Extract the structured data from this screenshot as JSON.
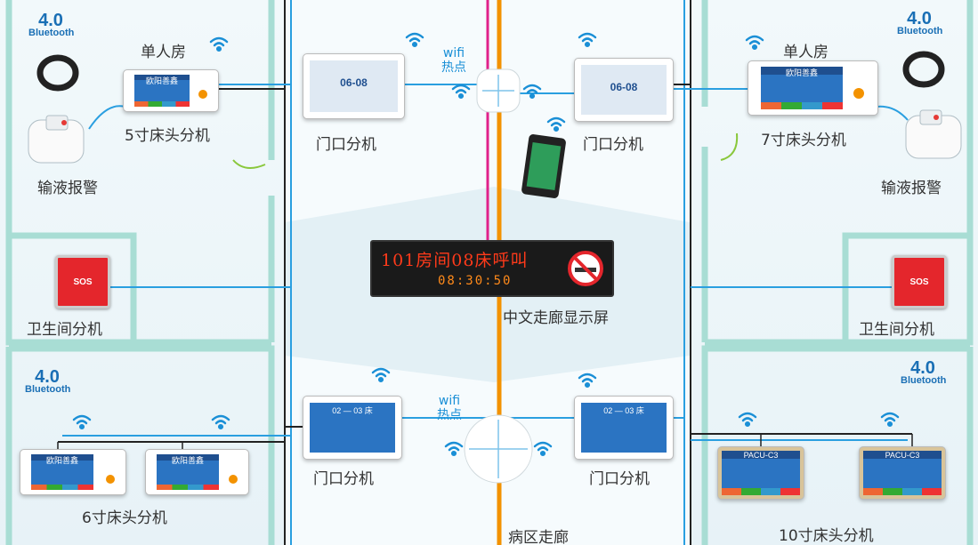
{
  "labels": {
    "room_single_left": "单人房",
    "room_single_right": "单人房",
    "bed5": "5寸床头分机",
    "bed7": "7寸床头分机",
    "bed6": "6寸床头分机",
    "bed10": "10寸床头分机",
    "infusion_left": "输液报警",
    "infusion_right": "输液报警",
    "door_tl": "门口分机",
    "door_tr": "门口分机",
    "door_bl": "门口分机",
    "door_br": "门口分机",
    "toilet_left": "卫生间分机",
    "toilet_right": "卫生间分机",
    "corridor_display": "中文走廊显示屏",
    "ward_corridor": "病区走廊",
    "wifi_top_1": "wifi",
    "wifi_top_2": "热点",
    "wifi_bottom_1": "wifi",
    "wifi_bottom_2": "热点"
  },
  "bluetooth": {
    "num": "4.0",
    "text": "Bluetooth"
  },
  "display": {
    "message": "101房间08床呼叫",
    "time": "08:30:50"
  },
  "sos": {
    "text": "SOS"
  },
  "door_screen": {
    "top_room": "06-08",
    "bottom_room": "02 — 03 床"
  },
  "bed_screen": {
    "small_title": "欧阳善鑫",
    "large_title": "PACU-C3"
  },
  "colors": {
    "orange": "#f39200",
    "magenta": "#e0218a",
    "blue": "#2a9fe0",
    "teal": "#a8ddd4",
    "black": "#222222"
  }
}
